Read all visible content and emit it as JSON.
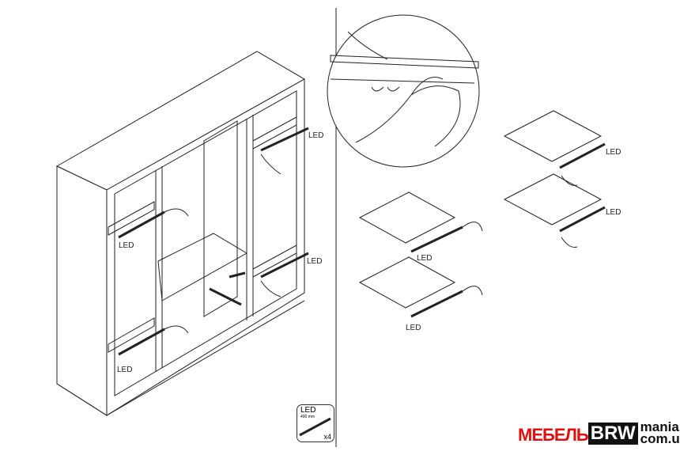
{
  "diagram": {
    "led_label": "LED",
    "parts_box": {
      "label": "LED",
      "size": "490 mm",
      "quantity": "x4"
    },
    "logo": {
      "part1": "МЕБЕЛЬ",
      "part2": "BRW",
      "part3": "mania.",
      "part4": "com.ua"
    },
    "colors": {
      "line": "#222222",
      "logo_red": "#e01010"
    }
  }
}
